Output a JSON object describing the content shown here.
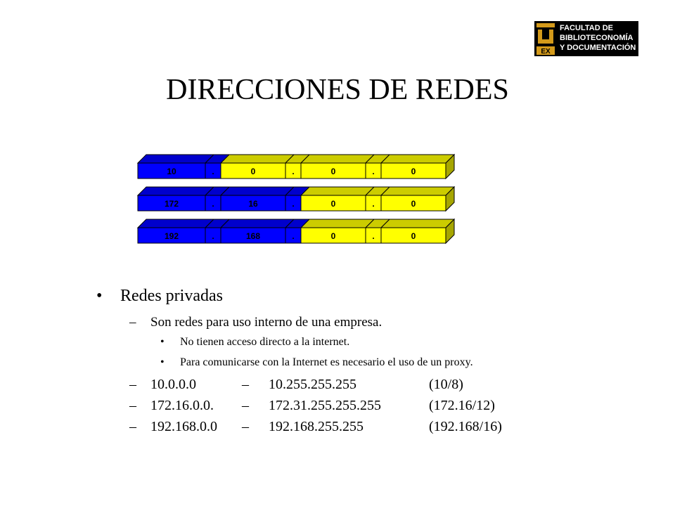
{
  "logo": {
    "text": "FACULTAD DE\nBIBLIOTECONOMÍA\nY DOCUMENTACIÓN",
    "emblem_letters": "U EX",
    "colors": {
      "emblem": "#d49a1a",
      "background": "#000000"
    }
  },
  "title": "DIRECCIONES DE REDES",
  "diagram": {
    "colors": {
      "network": "#0000ff",
      "host": "#ffff00",
      "dot_blue": "#0000ff",
      "dot_yellow": "#ffff00"
    },
    "rows": [
      {
        "cells": [
          {
            "label": "10",
            "part": "network"
          },
          {
            "label": ".",
            "part": "network"
          },
          {
            "label": "0",
            "part": "host"
          },
          {
            "label": ".",
            "part": "host"
          },
          {
            "label": "0",
            "part": "host"
          },
          {
            "label": ".",
            "part": "host"
          },
          {
            "label": "0",
            "part": "host"
          }
        ]
      },
      {
        "cells": [
          {
            "label": "172",
            "part": "network"
          },
          {
            "label": ".",
            "part": "network"
          },
          {
            "label": "16",
            "part": "network"
          },
          {
            "label": ".",
            "part": "network"
          },
          {
            "label": "0",
            "part": "host"
          },
          {
            "label": ".",
            "part": "host"
          },
          {
            "label": "0",
            "part": "host"
          }
        ]
      },
      {
        "cells": [
          {
            "label": "192",
            "part": "network"
          },
          {
            "label": ".",
            "part": "network"
          },
          {
            "label": "168",
            "part": "network"
          },
          {
            "label": ".",
            "part": "network"
          },
          {
            "label": "0",
            "part": "host"
          },
          {
            "label": ".",
            "part": "host"
          },
          {
            "label": "0",
            "part": "host"
          }
        ]
      }
    ]
  },
  "bullets": {
    "main_marker": "•",
    "main": "Redes privadas",
    "sub_marker": "–",
    "sub": "Son redes para uso interno de una empresa.",
    "dot_marker": "•",
    "details": [
      "No tienen acceso directo a la internet.",
      "Para comunicarse con la Internet es necesario el uso de un proxy."
    ],
    "ranges": [
      {
        "marker": "–",
        "start": "10.0.0.0",
        "dash": "–",
        "end": "10.255.255.255",
        "cidr": "(10/8)"
      },
      {
        "marker": "–",
        "start": "172.16.0.0.",
        "dash": "–",
        "end": "172.31.255.255.255",
        "cidr": "(172.16/12)"
      },
      {
        "marker": "–",
        "start": "192.168.0.0",
        "dash": "–",
        "end": "192.168.255.255",
        "cidr": "(192.168/16)"
      }
    ]
  }
}
